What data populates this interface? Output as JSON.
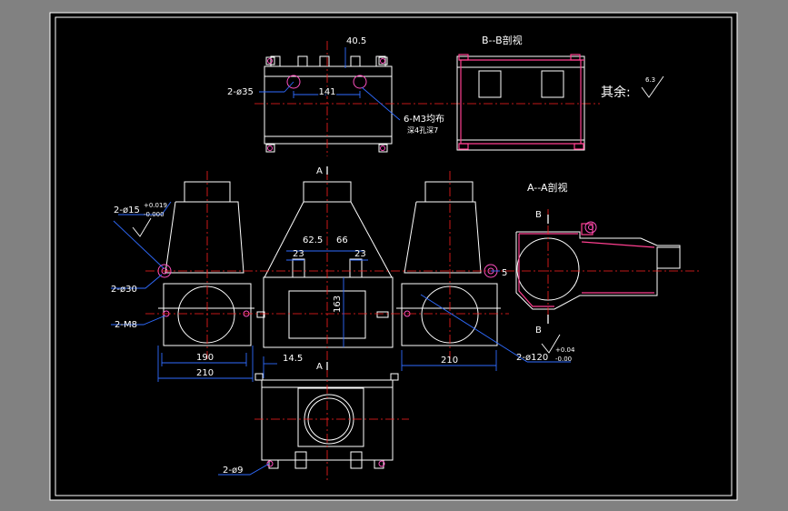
{
  "colors": {
    "background": "#818181",
    "paper": "#000000",
    "outline": "#ffffff",
    "centerline": "#ff2020",
    "dimension": "#2f6bff",
    "leader": "#2f6bff",
    "hole": "#ff4fbf",
    "hatch": "#ff3f8f"
  },
  "section_titles": {
    "bb": "B--B剖视",
    "aa": "A--A剖视"
  },
  "section_marks": {
    "a_top": "A",
    "a_bottom": "A",
    "b_top": "B",
    "b_bottom": "B"
  },
  "surface_finish": {
    "label": "其余:",
    "roughness": "6.3"
  },
  "dimensions": {
    "d40_5": "40.5",
    "d141": "141",
    "d62_5": "62.5",
    "d66": "66",
    "d23a": "23",
    "d23b": "23",
    "d163": "163",
    "d190": "190",
    "d210_left": "210",
    "d14_5": "14.5",
    "d210_right": "210",
    "d5": "5"
  },
  "callouts": {
    "phi35": "2-ø35",
    "m3_line1": "6-M3均布",
    "m3_line2": "深4孔深7",
    "phi15": "2-ø15",
    "phi15_tol_upper": "+0.019",
    "phi15_tol_lower": "-0.000",
    "phi30": "2-ø30",
    "m8": "2-M8",
    "phi120": "2-ø120",
    "phi120_tol_upper": "+0.04",
    "phi120_tol_lower": "-0.00",
    "phi9": "2-ø9"
  }
}
